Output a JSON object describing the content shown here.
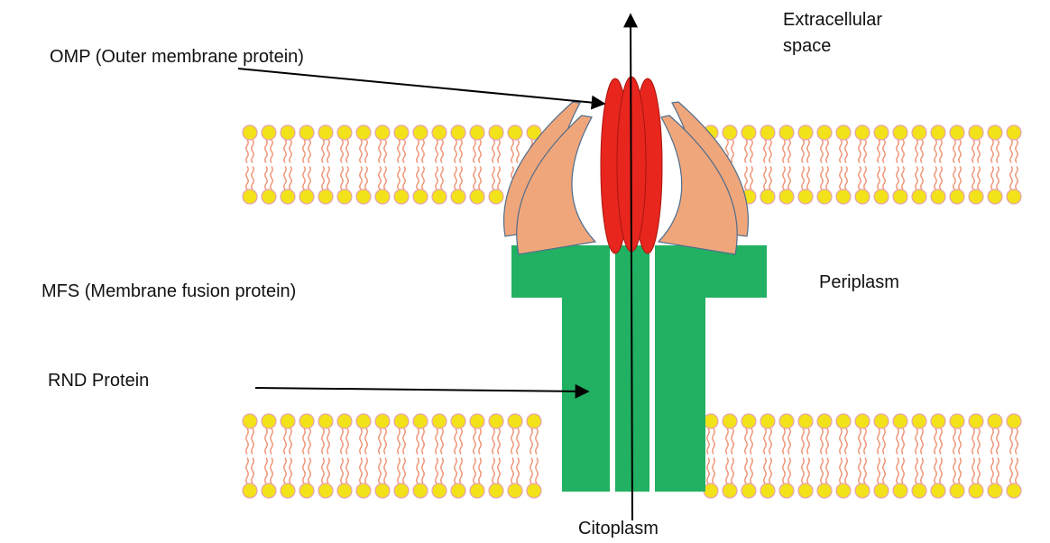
{
  "labels": {
    "omp": "OMP (Outer membrane protein)",
    "extracellular_line1": "Extracellular",
    "extracellular_line2": "space",
    "mfs": "MFS (Membrane fusion protein)",
    "periplasm": "Periplasm",
    "rnd": "RND Protein",
    "citoplasm": "Citoplasm"
  },
  "colors": {
    "phospholipid_head": "#f2e21a",
    "head_outline": "#e6a2b0",
    "lipid_tail": "#ee9070",
    "omp": "#e8261e",
    "omp_outline": "#a8160f",
    "mfs": "#f0a67b",
    "mfs_outline": "#4f6d8c",
    "rnd": "#22b062",
    "arrow": "#000000"
  }
}
